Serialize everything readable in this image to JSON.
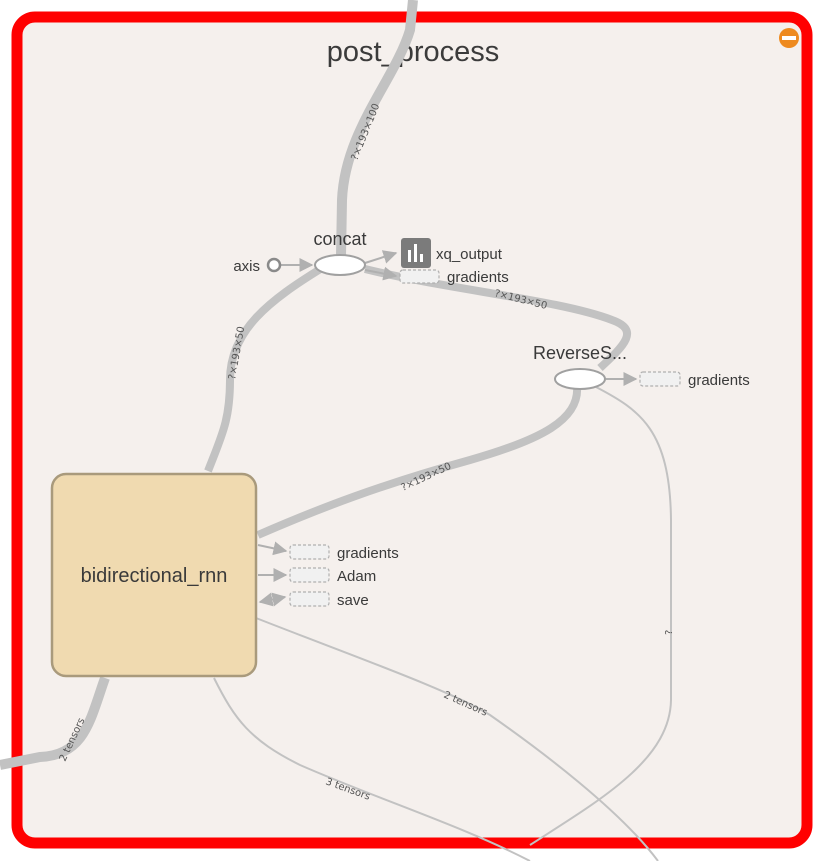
{
  "group": {
    "title": "post_process",
    "border_color": "#ff0000",
    "fill_color": "#f5f0ed",
    "collapse_icon": "minus-circle-icon",
    "collapse_color": "#ee8a1f"
  },
  "nodes": {
    "concat": "concat",
    "axis": "axis",
    "xq_output": "xq_output",
    "xq_output_icon": "bar-chart-icon",
    "reverse": "ReverseS...",
    "bidirectional_rnn": "bidirectional_rnn",
    "bidirectional_rnn_color": "#f0dab0",
    "concat_gradients": "gradients",
    "reverse_gradients": "gradients",
    "rnn_gradients": "gradients",
    "rnn_adam": "Adam",
    "rnn_save": "save"
  },
  "edges": {
    "input_to_concat": "?×193×100",
    "rnn_to_concat": "?×193×50",
    "concat_to_reverse": "?×193×50",
    "reverse_to_rnn": "?×193×50",
    "reverse_down": "?",
    "rnn_out_2": "2 tensors",
    "rnn_out_3": "3 tensors",
    "rnn_in": "2 tensors"
  }
}
